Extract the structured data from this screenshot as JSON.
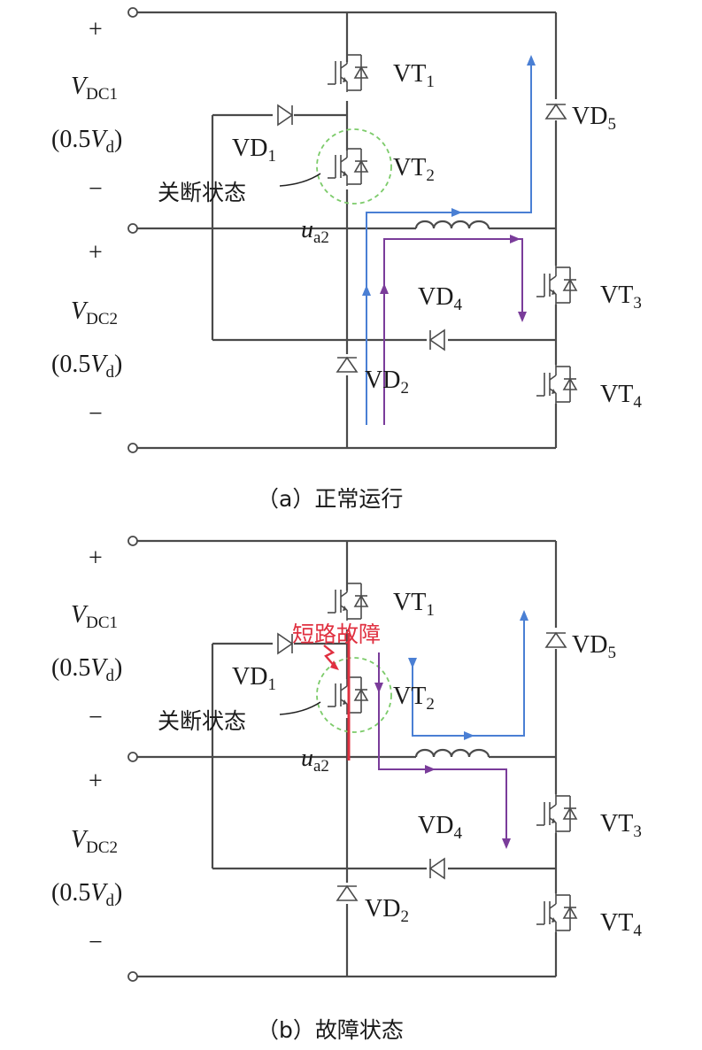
{
  "colors": {
    "wire": "#4a4a4a",
    "blue_path": "#4a7fd4",
    "purple_path": "#7a3c9a",
    "fault_red": "#e03040",
    "off_circle": "#7ccb6a"
  },
  "labels": {
    "plus": "+",
    "minus": "−",
    "vdc1_main": "V",
    "vdc1_sub": "DC1",
    "vdc2_main": "V",
    "vdc2_sub": "DC2",
    "half_vd_open": "(0.5",
    "half_vd_v": "V",
    "half_vd_sub": "d",
    "half_vd_close": ")",
    "vt_main": "VT",
    "vd_main": "VD",
    "n1": "1",
    "n2": "2",
    "n3": "3",
    "n4": "4",
    "n5": "5",
    "u_main": "u",
    "u_sub": "a2",
    "off_state": "关断状态"
  },
  "panel_a": {
    "caption": "（a）正常运行"
  },
  "panel_b": {
    "caption": "（b）故障状态",
    "fault_label": "短路故障"
  }
}
